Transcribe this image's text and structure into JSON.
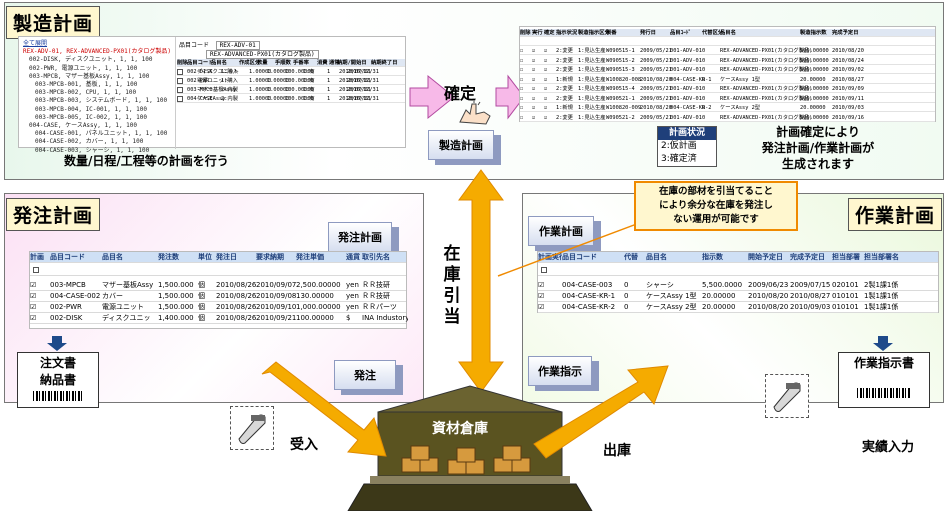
{
  "top": {
    "title": "製造計画",
    "caption": "数量/日程/工程等の計画を行う",
    "tree_title": "全て展開",
    "tree": [
      "REX-ADV-01, REX-ADVANCED-PX01(カタログ製品)",
      "002-DISK, ディスクユニット, 1, 1, 100",
      "002-PWR, 電源ユニット, 1, 1, 100",
      "003-MPCB, マザー基板Assy, 1, 1, 100",
      "003-MPCB-001, 基板, 1, 1, 100",
      "003-MPCB-002, CPU, 1, 1, 100",
      "003-MPCB-003, システムボード, 1, 1, 100",
      "003-MPCB-004, IC-001, 1, 1, 100",
      "003-MPCB-005, IC-002, 1, 1, 100",
      "004-CASE, ケースAssy, 1, 1, 100",
      "004-CASE-001, パネルユニット, 1, 1, 100",
      "004-CASE-002, カバー, 1, 1, 100",
      "004-CASE-003, シャーシ, 1, 1, 100"
    ],
    "item_code_label": "品目コード",
    "item_code": "REX-ADV-01",
    "item_name": "REX-ADVANCED-PX01(カタログ製品)",
    "bom_headers": [
      "削除",
      "品目コード",
      "品目名",
      "作成区分",
      "数量",
      "手順数",
      "手番率",
      "消費",
      "通常",
      "納期/開始日",
      "納期終了日"
    ],
    "bom_rows": [
      [
        "002-DISK",
        "ディスクユニット",
        "1:購入",
        "1.00000",
        "1.00000",
        "100.00000",
        "1:有",
        "1",
        "2010/07/01",
        "2010/12/31"
      ],
      [
        "002-PWR",
        "電源ユニット",
        "1:購入",
        "1.00000",
        "1.00000",
        "100.00000",
        "1:有",
        "1",
        "2010/07/01",
        "2010/12/31"
      ],
      [
        "003-MPCB",
        "マザー基板Assy",
        "2:内製",
        "1.00000",
        "1.00000",
        "100.00000",
        "1:有",
        "1",
        "2010/07/01",
        "2010/12/31"
      ],
      [
        "004-CASE",
        "ケースAssy",
        "2:内製",
        "1.00000",
        "1.00000",
        "100.00000",
        "1:有",
        "1",
        "2010/07/01",
        "2010/12/31"
      ]
    ],
    "confirm_label": "確定",
    "mfg_box_label": "製造計画",
    "plan_headers": [
      "削除",
      "実行",
      "確定",
      "指示状況",
      "製造指示区分",
      "製番",
      "発行日",
      "品目ｺｰﾄﾞ",
      "代替区分",
      "品目名",
      "製造指示数",
      "完成予定日"
    ],
    "plan_rows": [
      [
        "2:変更",
        "1:見込生産",
        "W090515-1",
        "2009/05/21",
        "001-ADV-01",
        "0",
        "REX-ADVANCED-PX01(カタログ製品)",
        "500.00000",
        "2010/08/20"
      ],
      [
        "2:変更",
        "1:見込生産",
        "W090515-2",
        "2009/05/21",
        "001-ADV-01",
        "0",
        "REX-ADVANCED-PX01(カタログ製品)",
        "500.00000",
        "2010/08/24"
      ],
      [
        "2:変更",
        "1:見込生産",
        "W090515-3",
        "2009/05/21",
        "001-ADV-01",
        "0",
        "REX-ADVANCED-PX01(カタログ製品)",
        "500.00000",
        "2010/09/02"
      ],
      [
        "1:新規",
        "1:見込生産",
        "W100820-008",
        "2010/08/20",
        "004-CASE-KR-1",
        "0",
        "ケースAssy 1型",
        "20.00000",
        "2010/08/27"
      ],
      [
        "2:変更",
        "1:見込生産",
        "W090515-4",
        "2009/05/21",
        "001-ADV-01",
        "0",
        "REX-ADVANCED-PX01(カタログ製品)",
        "500.00000",
        "2010/09/09"
      ],
      [
        "2:変更",
        "1:見込生産",
        "W090521-1",
        "2009/05/21",
        "001-ADV-01",
        "0",
        "REX-ADVANCED-PX01(カタログ製品)",
        "500.00000",
        "2010/09/11"
      ],
      [
        "1:新規",
        "1:見込生産",
        "W100820-009",
        "2010/08/20",
        "004-CASE-KR-2",
        "0",
        "ケースAssy 2型",
        "20.00000",
        "2010/09/03"
      ],
      [
        "2:変更",
        "1:見込生産",
        "W090521-2",
        "2009/05/21",
        "001-ADV-01",
        "0",
        "REX-ADVANCED-PX01(カタログ製品)",
        "500.00000",
        "2010/09/16"
      ]
    ],
    "status_title": "計画状況",
    "status_items": [
      "2:仮計画",
      "3:確定済"
    ],
    "result_text": [
      "計画確定により",
      "発注計画/作業計画が",
      "生成されます"
    ]
  },
  "middle": {
    "inventory_label": [
      "在",
      "庫",
      "引",
      "当"
    ],
    "note": [
      "在庫の部材を引当てること",
      "により余分な在庫を発注し",
      "ない運用が可能です"
    ]
  },
  "left": {
    "title": "発注計画",
    "box_plan": "発注計画",
    "box_order": "発注",
    "headers": [
      "計画",
      "品目コード",
      "品目名",
      "発注数",
      "単位",
      "発注日",
      "要求納期",
      "発注単価",
      "通貨",
      "取引先名"
    ],
    "rows": [
      [
        "003-MPCB",
        "マザー基板Assy",
        "1,500.000",
        "個",
        "2010/08/26",
        "2010/09/07",
        "2,500.00000",
        "yen",
        "ＲＲ技研"
      ],
      [
        "004-CASE-002",
        "カバー",
        "1,500.000",
        "個",
        "2010/08/26",
        "2010/09/08",
        "130.00000",
        "yen",
        "ＲＲ技研"
      ],
      [
        "002-PWR",
        "電源ユニット",
        "1,500.000",
        "個",
        "2010/08/26",
        "2010/09/10",
        "1,000.00000",
        "yen",
        "ＲＲパーツ"
      ],
      [
        "002-DISK",
        "ディスクユニッ",
        "1,400.000",
        "個",
        "2010/08/26",
        "2010/09/21",
        "100.00000",
        "$",
        "INA Industory"
      ]
    ],
    "doc_label": [
      "注文書",
      "納品書"
    ]
  },
  "right": {
    "title": "作業計画",
    "box_plan": "作業計画",
    "box_instruct": "作業指示",
    "headers": [
      "計画実行",
      "品目コード",
      "代替",
      "品目名",
      "指示数",
      "開始予定日",
      "完成予定日",
      "担当部署",
      "担当部署名"
    ],
    "rows": [
      [
        "004-CASE-003",
        "0",
        "シャーシ",
        "5,500.0000",
        "2009/06/23",
        "2009/07/15",
        "020101",
        "2製1課1係"
      ],
      [
        "004-CASE-KR-1",
        "0",
        "ケースAssy 1型",
        "20.00000",
        "2010/08/20",
        "2010/08/27",
        "010101",
        "1製1課1係"
      ],
      [
        "004-CASE-KR-2",
        "0",
        "ケースAssy 2型",
        "20.00000",
        "2010/08/20",
        "2010/09/03",
        "010101",
        "1製1課1係"
      ]
    ],
    "doc_label": "作業指示書",
    "result_label": "実績入力"
  },
  "bottom": {
    "warehouse": "資材倉庫",
    "receive": "受入",
    "ship": "出庫"
  },
  "colors": {
    "arrow": "#f5ab00",
    "arrow_edge": "#e08a00",
    "warehouse": "#5a5320",
    "note_border": "#f08a00",
    "doc_arrow": "#1e4a8a"
  }
}
